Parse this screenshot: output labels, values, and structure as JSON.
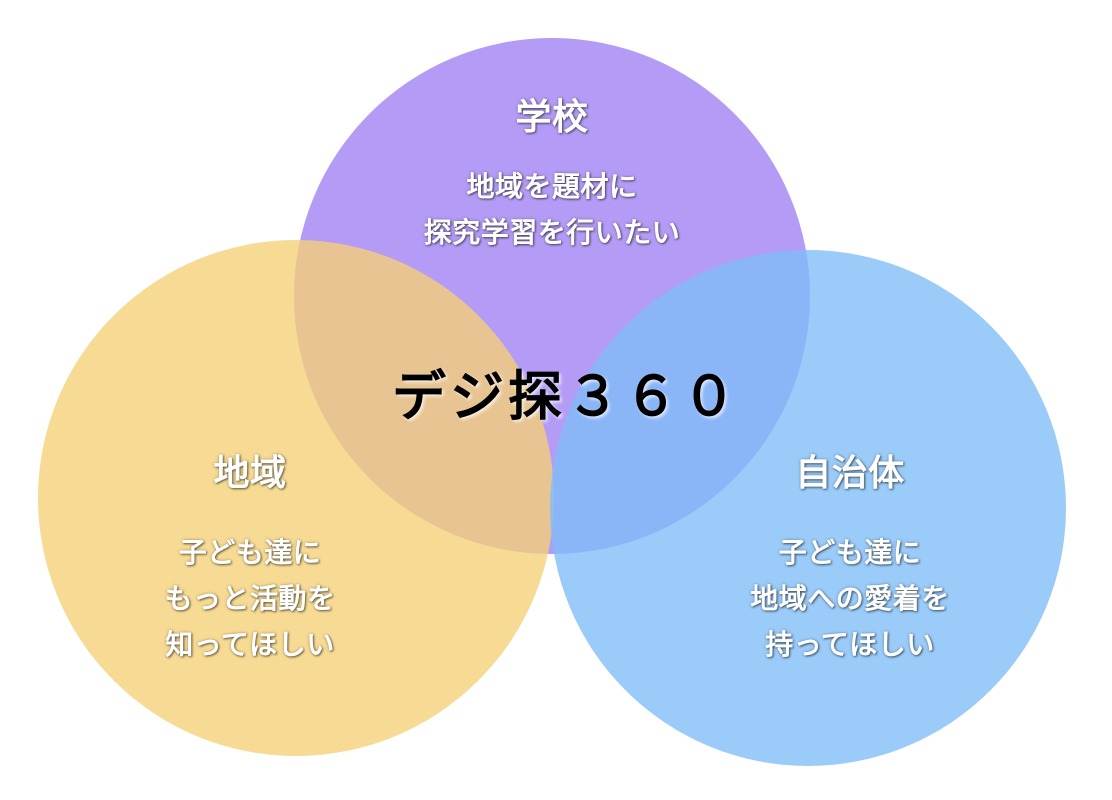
{
  "center_label": "デジ探３６０",
  "circles": {
    "school": {
      "title": "学校",
      "lines": [
        "地域を題材に",
        "探究学習を行いたい"
      ],
      "color": "#A78BF5"
    },
    "community": {
      "title": "地域",
      "lines": [
        "子ども達に",
        "もっと活動を",
        "知ってほしい"
      ],
      "color": "#F6D27E"
    },
    "municipality": {
      "title": "自治体",
      "lines": [
        "子ども達に",
        "地域への愛着を",
        "持ってほしい"
      ],
      "color": "#82C3F8"
    }
  }
}
